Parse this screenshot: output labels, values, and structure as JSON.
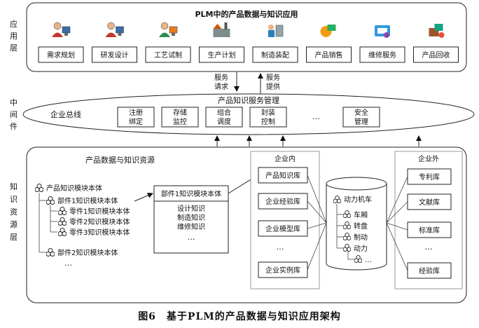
{
  "layers": {
    "app": "应用层",
    "middle": "中间件",
    "knowledge": "知识资源层"
  },
  "app_panel": {
    "title": "PLM中的产品数据与知识应用",
    "items": [
      "需求规划",
      "研发设计",
      "工艺试制",
      "生产计划",
      "制造装配",
      "产品销售",
      "维修服务",
      "产品回收"
    ],
    "icons": [
      "person-computer-icon",
      "person-computer-icon",
      "person-worker-icon",
      "production-icon",
      "assembly-icon",
      "sales-icon",
      "service-icon",
      "recycle-icon"
    ]
  },
  "arrows": {
    "request": [
      "服务",
      "请求"
    ],
    "provide": [
      "服务",
      "提供"
    ]
  },
  "middleware": {
    "title": "产品知识服务管理",
    "bus": "企业总线",
    "services": [
      [
        "注册",
        "绑定"
      ],
      [
        "存储",
        "监控"
      ],
      [
        "组合",
        "调度"
      ],
      [
        "封装",
        "控制"
      ]
    ],
    "ellipsis": "…",
    "security": [
      "安全",
      "管理"
    ]
  },
  "resource": {
    "title": "产品数据与知识资源",
    "tree": {
      "root": "产品知识模块本体",
      "part1": "部件1知识模块本体",
      "sub": [
        "零件1知识模块本体",
        "零件2知识模块本体",
        "零件3知识模块本体"
      ],
      "part2": "部件2知识模块本体",
      "dots": "…"
    },
    "detail": {
      "header": "部件1知识模块本体",
      "lines": [
        "设计知识",
        "制造知识",
        "维修知识",
        "…"
      ]
    },
    "inside": {
      "title": "企业内",
      "items": [
        "产品知识库",
        "企业经验库",
        "企业模型库",
        "…",
        "企业实例库"
      ]
    },
    "cylinder": {
      "title": "动力机车",
      "items": [
        "车厢",
        "转盘",
        "制动",
        "动力",
        "…"
      ]
    },
    "outside": {
      "title": "企业外",
      "items": [
        "专利库",
        "文献库",
        "标准库",
        "…",
        "经验库"
      ]
    }
  },
  "caption": "图6　基于PLM的产品数据与知识应用架构"
}
